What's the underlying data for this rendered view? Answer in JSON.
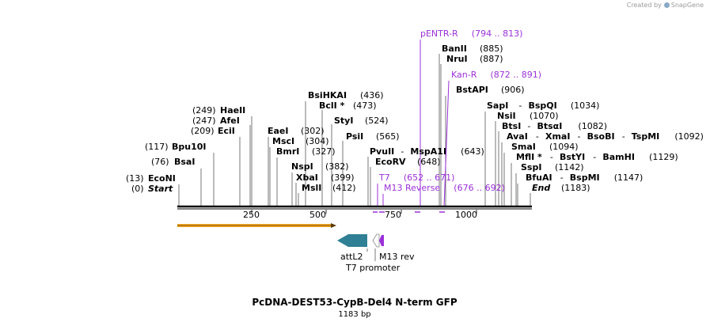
{
  "credit": {
    "prefix": "Created by",
    "brand": "SnapGene"
  },
  "sequence": {
    "name": "PcDNA-DEST53-CypB-Del4 N-term GFP",
    "length_label": "1183 bp",
    "length": 1183
  },
  "axis": {
    "ticks": [
      "250",
      "500",
      "750",
      "1000"
    ]
  },
  "sites": {
    "start": {
      "name": "Start",
      "pos": "(0)"
    },
    "econi": {
      "name": "EcoNI",
      "pos": "(13)"
    },
    "bsai": {
      "name": "BsaI",
      "pos": "(76)"
    },
    "bpu10i": {
      "name": "Bpu10I",
      "pos": "(117)"
    },
    "eci": {
      "name": "EciI",
      "pos": "(209)"
    },
    "afei": {
      "name": "AfeI",
      "pos": "(247)"
    },
    "haeii": {
      "name": "HaeII",
      "pos": "(249)"
    },
    "msli": {
      "name": "MslI",
      "pos": "(412)"
    },
    "xbai": {
      "name": "XbaI",
      "pos": "(399)"
    },
    "nspi": {
      "name": "NspI",
      "pos": "(382)"
    },
    "bmri": {
      "name": "BmrI",
      "pos": "(327)"
    },
    "msci": {
      "name": "MscI",
      "pos": "(304)"
    },
    "eaei": {
      "name": "EaeI",
      "pos": "(302)"
    },
    "bsihkai": {
      "name": "BsiHKAI",
      "pos": "(436)"
    },
    "bcli": {
      "name": "BclI *",
      "pos": "(473)"
    },
    "styi": {
      "name": "StyI",
      "pos": "(524)"
    },
    "psii": {
      "name": "PsiI",
      "pos": "(565)"
    },
    "pvuii": {
      "name": "PvuII",
      "sep": "-",
      "name2": "MspA1I",
      "pos": "(643)"
    },
    "ecorv": {
      "name": "EcoRV",
      "pos": "(648)"
    },
    "banii": {
      "name": "BanII",
      "pos": "(885)"
    },
    "nrui": {
      "name": "NruI",
      "pos": "(887)"
    },
    "bstapi": {
      "name": "BstAPI",
      "pos": "(906)"
    },
    "sapi": {
      "name": "SapI",
      "sep": "-",
      "name2": "BspQI",
      "pos": "(1034)"
    },
    "nsii": {
      "name": "NsiI",
      "pos": "(1070)"
    },
    "btsi": {
      "name": "BtsI",
      "sep": "-",
      "name2": "BtsαI",
      "pos": "(1082)"
    },
    "avai": {
      "name": "AvaI",
      "sep1": "-",
      "name2": "XmaI",
      "sep2": "-",
      "name3": "BsoBI",
      "sep3": "-",
      "name4": "TspMI",
      "pos": "(1092)"
    },
    "smai": {
      "name": "SmaI",
      "pos": "(1094)"
    },
    "mfli": {
      "name": "MflI *",
      "sep1": "-",
      "name2": "BstYI",
      "sep2": "-",
      "name3": "BamHI",
      "pos": "(1129)"
    },
    "sspi": {
      "name": "SspI",
      "pos": "(1142)"
    },
    "bfuai": {
      "name": "BfuAI",
      "sep": "-",
      "name2": "BspMI",
      "pos": "(1147)"
    },
    "end": {
      "name": "End",
      "pos": "(1183)"
    }
  },
  "primers": {
    "pentr_r": {
      "name": "pENTR-R",
      "range": "(794 .. 813)"
    },
    "kan_r": {
      "name": "Kan-R",
      "range": "(872 .. 891)"
    },
    "t7": {
      "name": "T7",
      "range": "(652 .. 671)"
    },
    "m13_reverse": {
      "name": "M13 Reverse",
      "range": "(676 .. 692)"
    }
  },
  "features": {
    "attl2": "attL2",
    "m13_rev": "M13 rev",
    "t7_promoter": "T7 promoter"
  },
  "colors": {
    "primer": "#9b30d9",
    "orf": "#f5a623",
    "attl2": "#2f7f95",
    "backbone": "#000000"
  }
}
